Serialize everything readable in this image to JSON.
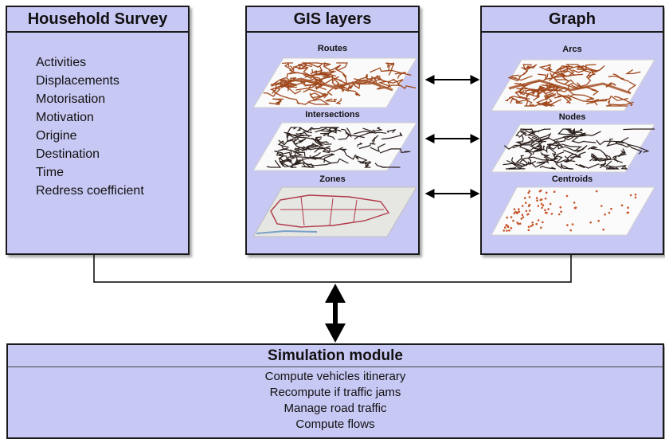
{
  "household": {
    "title": "Household Survey",
    "items": [
      "Activities",
      "Displacements",
      "Motorisation",
      "Motivation",
      "Origine",
      "Destination",
      "Time",
      "Redress coefficient"
    ]
  },
  "gis": {
    "title": "GIS layers",
    "layers": [
      "Routes",
      "Intersections",
      "Zones"
    ]
  },
  "graph": {
    "title": "Graph",
    "layers": [
      "Arcs",
      "Nodes",
      "Centroids"
    ]
  },
  "simulation": {
    "title": "Simulation module",
    "items": [
      "Compute vehicles itinerary",
      "Recompute if traffic jams",
      "Manage road traffic",
      "Compute flows"
    ]
  },
  "colors": {
    "box_fill": "#c8c8f5",
    "route_brown": "#a0481c",
    "node_dark": "#2a1e1a",
    "zone_line": "#b03a4a"
  }
}
